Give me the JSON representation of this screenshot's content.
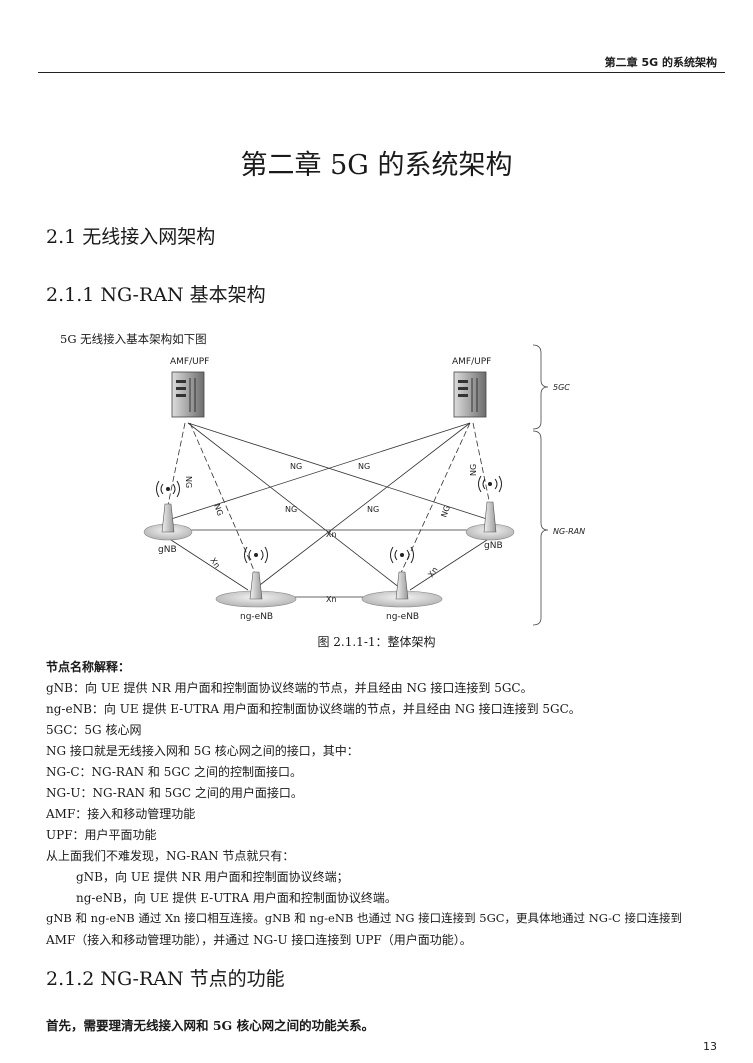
{
  "header": {
    "title": "第二章 5G 的系统架构"
  },
  "chapter_title": "第二章  5G 的系统架构",
  "section_2_1": "2.1  无线接入网架构",
  "section_2_1_1": "2.1.1  NG-RAN 基本架构",
  "intro_text": "5G 无线接入基本架构如下图",
  "diagram": {
    "amf_upf_left": "AMF/UPF",
    "amf_upf_right": "AMF/UPF",
    "label_5gc": "5GC",
    "label_ngran": "NG-RAN",
    "gnb_left": "gNB",
    "gnb_right": "gNB",
    "ngenb_left": "ng-eNB",
    "ngenb_right": "ng-eNB",
    "ng": "NG",
    "xn": "Xn"
  },
  "figure_caption": "图 2.1.1-1：整体架构",
  "body_lines": [
    "节点名称解释：",
    "gNB：向 UE 提供 NR 用户面和控制面协议终端的节点，并且经由 NG 接口连接到 5GC。",
    "ng-eNB：向 UE 提供 E-UTRA 用户面和控制面协议终端的节点，并且经由 NG 接口连接到 5GC。",
    "5GC：5G 核心网",
    "NG 接口就是无线接入网和 5G 核心网之间的接口，其中：",
    "NG-C：NG-RAN 和 5GC 之间的控制面接口。",
    "NG-U：NG-RAN 和 5GC 之间的用户面接口。",
    "AMF：接入和移动管理功能",
    "UPF：用户平面功能",
    "从上面我们不难发现，NG-RAN 节点就只有：",
    "gNB，向 UE 提供 NR 用户面和控制面协议终端；",
    "ng-eNB，向 UE 提供 E-UTRA 用户面和控制面协议终端。",
    "gNB 和 ng-eNB 通过 Xn 接口相互连接。gNB 和 ng-eNB 也通过 NG 接口连接到 5GC，更具体地通过 NG-C 接口连接到",
    "AMF（接入和移动管理功能），并通过 NG-U 接口连接到 UPF（用户面功能）。"
  ],
  "section_2_1_2": "2.1.2  NG-RAN 节点的功能",
  "closing_text": "首先，需要理清无线接入网和 5G 核心网之间的功能关系。",
  "page_number": "13"
}
